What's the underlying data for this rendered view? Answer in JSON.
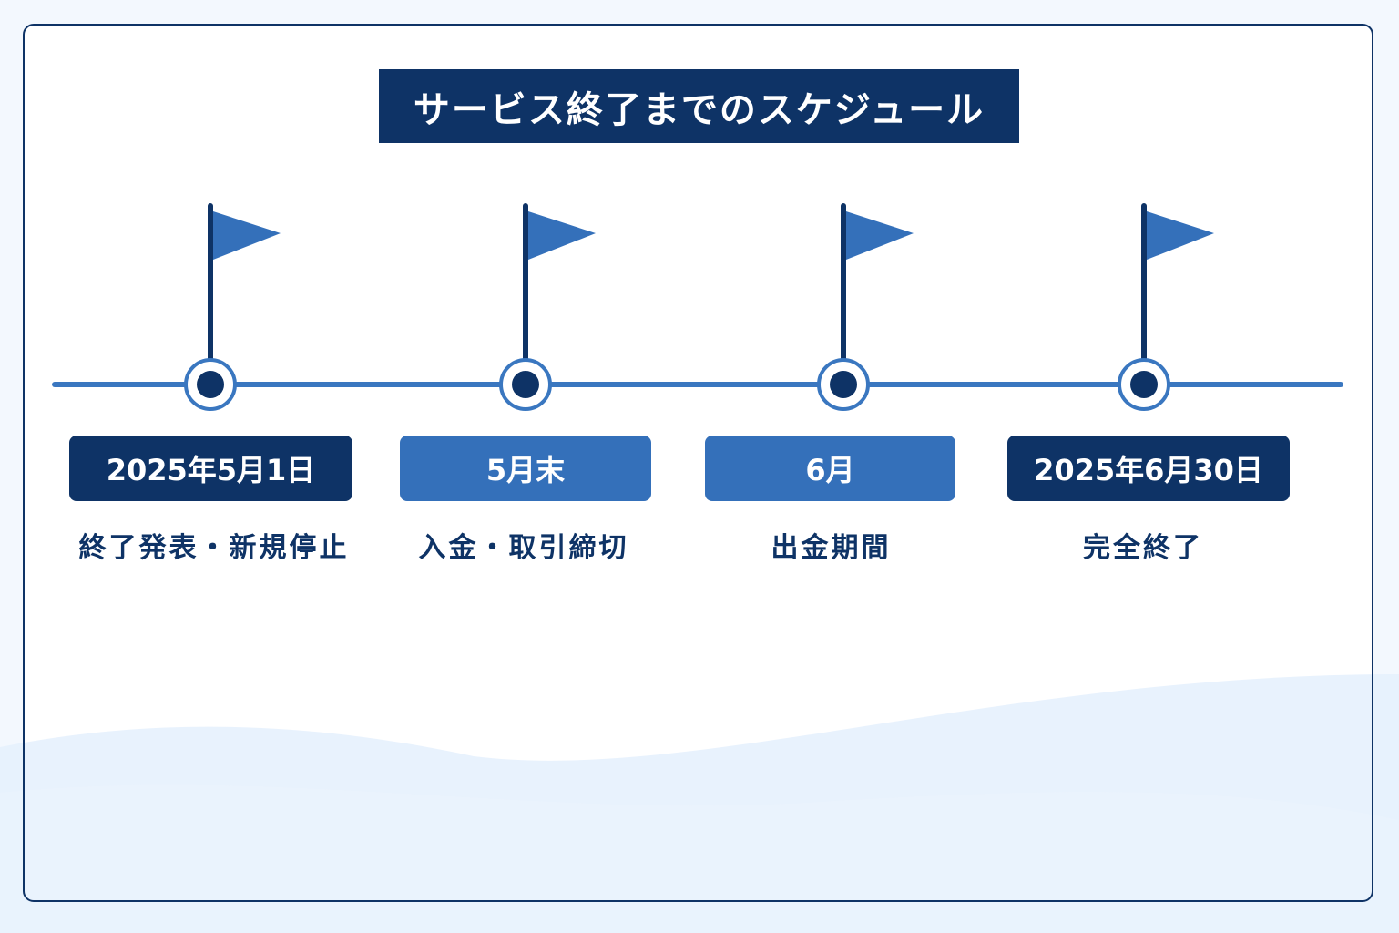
{
  "title": "サービス終了までのスケジュール",
  "colors": {
    "navy": "#0e3366",
    "blue": "#3470ba",
    "line": "#3a77c0",
    "background": "#f3f8fe"
  },
  "milestones": [
    {
      "date": "2025年5月1日",
      "label": "終了発表・新規停止",
      "style": "dark",
      "icon": "flag-icon"
    },
    {
      "date": "5月末",
      "label": "入金・取引締切",
      "style": "light",
      "icon": "flag-icon"
    },
    {
      "date": "6月",
      "label": "出金期間",
      "style": "light",
      "icon": "flag-icon"
    },
    {
      "date": "2025年6月30日",
      "label": "完全終了",
      "style": "dark",
      "icon": "flag-icon"
    }
  ]
}
